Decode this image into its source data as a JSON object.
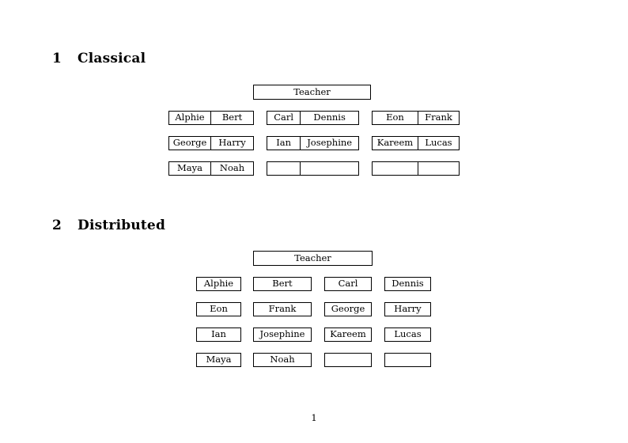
{
  "document": {
    "page_number": "1",
    "page_background": "#ffffff",
    "text_color": "#000000",
    "rule_color": "#000000"
  },
  "sections": [
    {
      "number": "1",
      "title": "Classical",
      "teacher": {
        "label": "Teacher"
      },
      "layout": "three-groups-of-two-columns",
      "groups": [
        {
          "name": "group-left",
          "rows": [
            [
              "Alphie",
              "Bert"
            ],
            [
              "George",
              "Harry"
            ],
            [
              "Maya",
              "Noah"
            ]
          ]
        },
        {
          "name": "group-middle",
          "rows": [
            [
              "Carl",
              "Dennis"
            ],
            [
              "Ian",
              "Josephine"
            ],
            [
              "",
              ""
            ]
          ]
        },
        {
          "name": "group-right",
          "rows": [
            [
              "Eon",
              "Frank"
            ],
            [
              "Kareem",
              "Lucas"
            ],
            [
              "",
              ""
            ]
          ]
        }
      ]
    },
    {
      "number": "2",
      "title": "Distributed",
      "teacher": {
        "label": "Teacher"
      },
      "layout": "four-independent-columns",
      "rows": [
        [
          "Alphie",
          "Bert",
          "Carl",
          "Dennis"
        ],
        [
          "Eon",
          "Frank",
          "George",
          "Harry"
        ],
        [
          "Ian",
          "Josephine",
          "Kareem",
          "Lucas"
        ],
        [
          "Maya",
          "Noah",
          "",
          ""
        ]
      ]
    }
  ]
}
